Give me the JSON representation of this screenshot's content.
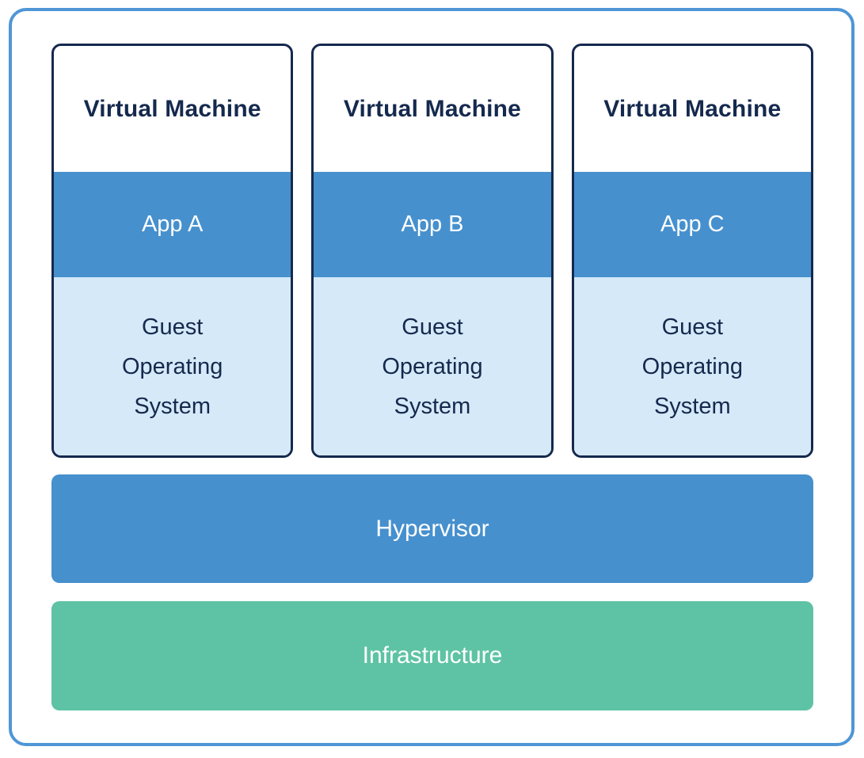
{
  "vms": [
    {
      "title": "Virtual Machine",
      "app": "App A",
      "guest_os": "Guest\nOperating\nSystem"
    },
    {
      "title": "Virtual Machine",
      "app": "App B",
      "guest_os": "Guest\nOperating\nSystem"
    },
    {
      "title": "Virtual Machine",
      "app": "App C",
      "guest_os": "Guest\nOperating\nSystem"
    }
  ],
  "layers": {
    "hypervisor": {
      "label": "Hypervisor",
      "color": "#4690ce"
    },
    "infrastructure": {
      "label": "Infrastructure",
      "color": "#5ec3a4"
    }
  },
  "colors": {
    "frame_border": "#4f96d6",
    "vm_border": "#15294e",
    "app_band_blue": "#4690ce",
    "guest_band_light_blue": "#d5e9f8",
    "infrastructure_teal": "#5ec3a4",
    "title_text_navy": "#15294e",
    "band_text_white": "#ffffff"
  }
}
